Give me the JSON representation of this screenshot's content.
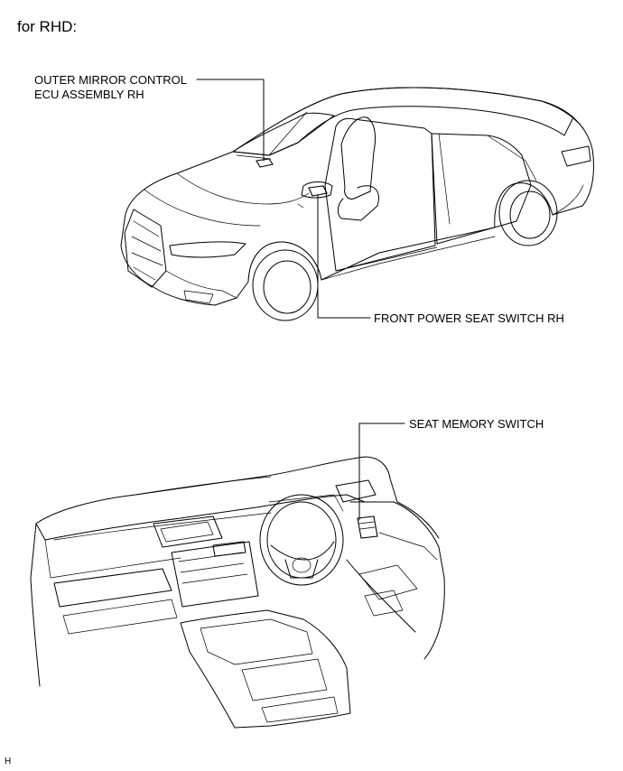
{
  "heading": "for RHD:",
  "callouts": {
    "outer_mirror_line1": "OUTER MIRROR CONTROL",
    "outer_mirror_line2": "ECU ASSEMBLY RH",
    "front_power_seat": "FRONT POWER SEAT SWITCH RH",
    "seat_memory": "SEAT MEMORY SWITCH"
  },
  "figure_code": "H"
}
